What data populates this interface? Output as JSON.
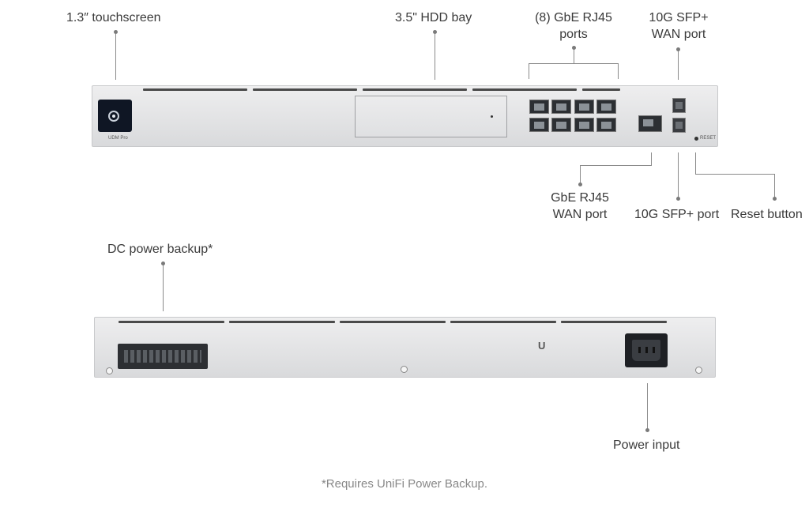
{
  "labels": {
    "touchscreen": "1.3″ touchscreen",
    "hdd_bay": "3.5\" HDD bay",
    "gbe_ports_line1": "(8) GbE RJ45",
    "gbe_ports_line2": "ports",
    "sfp_wan_line1": "10G SFP+",
    "sfp_wan_line2": "WAN port",
    "gbe_wan_line1": "GbE RJ45",
    "gbe_wan_line2": "WAN port",
    "sfp_port": "10G SFP+ port",
    "reset_button": "Reset button",
    "dc_power_backup": "DC power backup*",
    "power_input": "Power input"
  },
  "device_marks": {
    "touchscreen_brand": "UDM Pro",
    "reset_mark": "RESET"
  },
  "footnote": "*Requires UniFi Power Backup.",
  "colors": {
    "chassis": "#dedfe1",
    "leader_line": "#8a8a8a",
    "label_text": "#3a3a3a",
    "footnote_text": "#888888",
    "screen": "#0f1624"
  }
}
